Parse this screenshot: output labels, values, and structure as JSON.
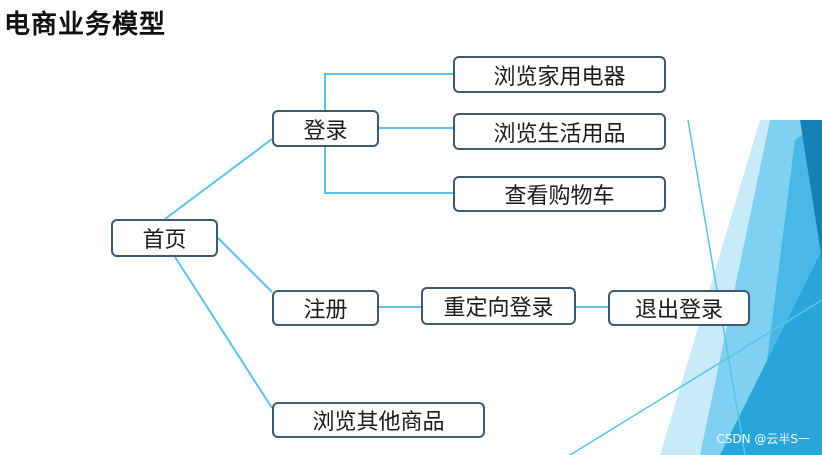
{
  "title": "电商业务模型",
  "nodes": {
    "home": "首页",
    "login": "登录",
    "register": "注册",
    "browse_other": "浏览其他商品",
    "browse_appliances": "浏览家用电器",
    "browse_daily": "浏览生活用品",
    "view_cart": "查看购物车",
    "redirect_login": "重定向登录",
    "logout": "退出登录"
  },
  "edges": [
    [
      "home",
      "login"
    ],
    [
      "home",
      "register"
    ],
    [
      "home",
      "browse_other"
    ],
    [
      "login",
      "browse_appliances"
    ],
    [
      "login",
      "browse_daily"
    ],
    [
      "login",
      "view_cart"
    ],
    [
      "register",
      "redirect_login"
    ],
    [
      "redirect_login",
      "logout"
    ]
  ],
  "watermark": "CSDN @云半S一",
  "colors": {
    "line": "#5bc3e3",
    "node_border": "#3f5a6e",
    "decor_dark": "#1c95cf",
    "decor_mid": "#5cc2ec",
    "decor_light": "#bfe6f7"
  }
}
